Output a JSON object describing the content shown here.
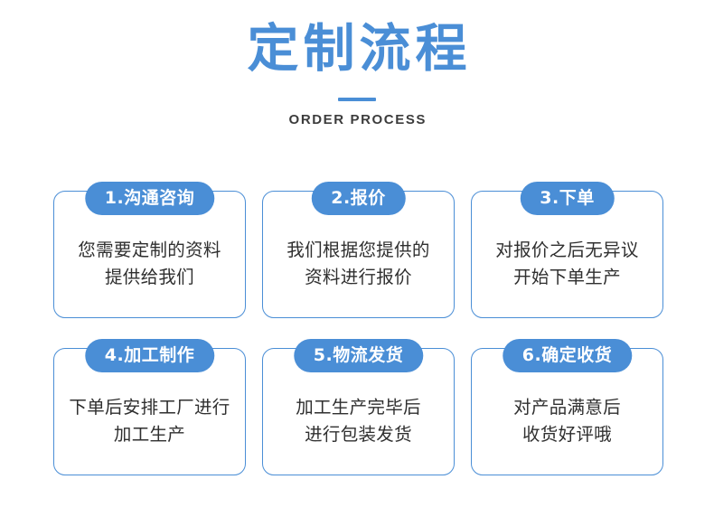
{
  "header": {
    "title": "定制流程",
    "subtitle": "ORDER PROCESS",
    "accent_color": "#4a8ed6",
    "subtitle_color": "#3c3c3c",
    "background_color": "#ffffff"
  },
  "steps": [
    {
      "badge": "1.沟通咨询",
      "line1": "您需要定制的资料",
      "line2": "提供给我们"
    },
    {
      "badge": "2.报价",
      "line1": "我们根据您提供的",
      "line2": "资料进行报价"
    },
    {
      "badge": "3.下单",
      "line1": "对报价之后无异议",
      "line2": "开始下单生产"
    },
    {
      "badge": "4.加工制作",
      "line1": "下单后安排工厂进行",
      "line2": "加工生产"
    },
    {
      "badge": "5.物流发货",
      "line1": "加工生产完毕后",
      "line2": "进行包装发货"
    },
    {
      "badge": "6.确定收货",
      "line1": "对产品满意后",
      "line2": "收货好评哦"
    }
  ]
}
